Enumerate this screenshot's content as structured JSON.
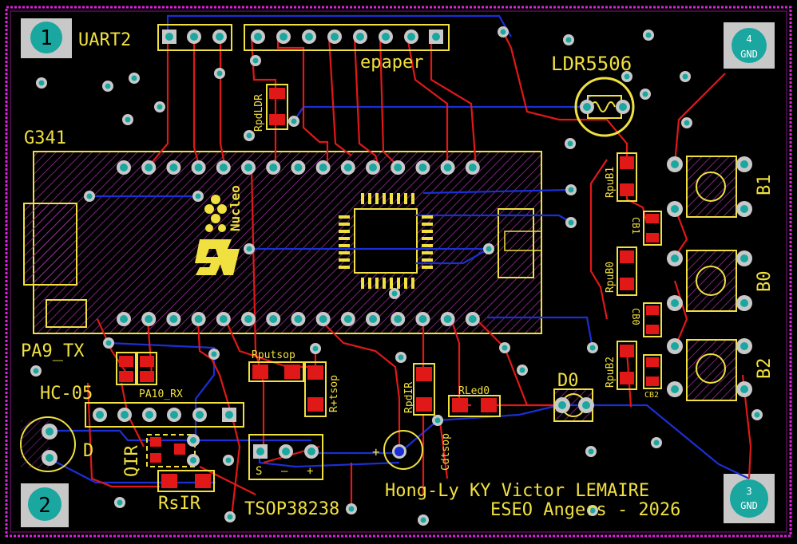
{
  "colors": {
    "background": "#000000",
    "board_outline": "#e020e0",
    "silkscreen": "#f0e040",
    "top_trace": "#e01818",
    "bottom_trace": "#1a2fd6",
    "pad_teal": "#1aa7a0",
    "pad_gray": "#c8c8c8",
    "hatch": "#c040c0"
  },
  "corner_markers": {
    "top_left": "1",
    "bottom_left": "2",
    "top_right": {
      "number": "4",
      "net": "GND"
    },
    "bottom_right": {
      "number": "3",
      "net": "GND"
    }
  },
  "labels": {
    "uart2": "UART2",
    "epaper": "epaper",
    "ldr": "LDR5506",
    "mcu": "G341",
    "rpdldr": "RpdLDR",
    "rpub1": "RpuB1",
    "rpub0": "RpuB0",
    "rpub2": "RpuB2",
    "cb1": "CB1",
    "cb0": "CB0",
    "cb2": "CB2",
    "b1": "B1",
    "b0": "B0",
    "b2": "B2",
    "pa9_tx": "PA9_TX",
    "pa10_rx": "PA10_RX",
    "hc05": "HC-05",
    "rputsop": "Rputsop",
    "rplustsop": "R+tsop",
    "rpdir": "RpdIR",
    "rled0": "RLed0",
    "d0": "D0",
    "cdtsop": "Cdtsop",
    "qir": "QIR",
    "d": "D",
    "rsir": "RsIR",
    "tsop": "TSOP38238",
    "tsop_pins": [
      "S",
      "–",
      "+"
    ],
    "plus": "+",
    "nucleo": "Nucleo",
    "credit_line1": "Hong-Ly KY Victor LEMAIRE",
    "credit_line2": "ESEO Angers - 2026"
  }
}
